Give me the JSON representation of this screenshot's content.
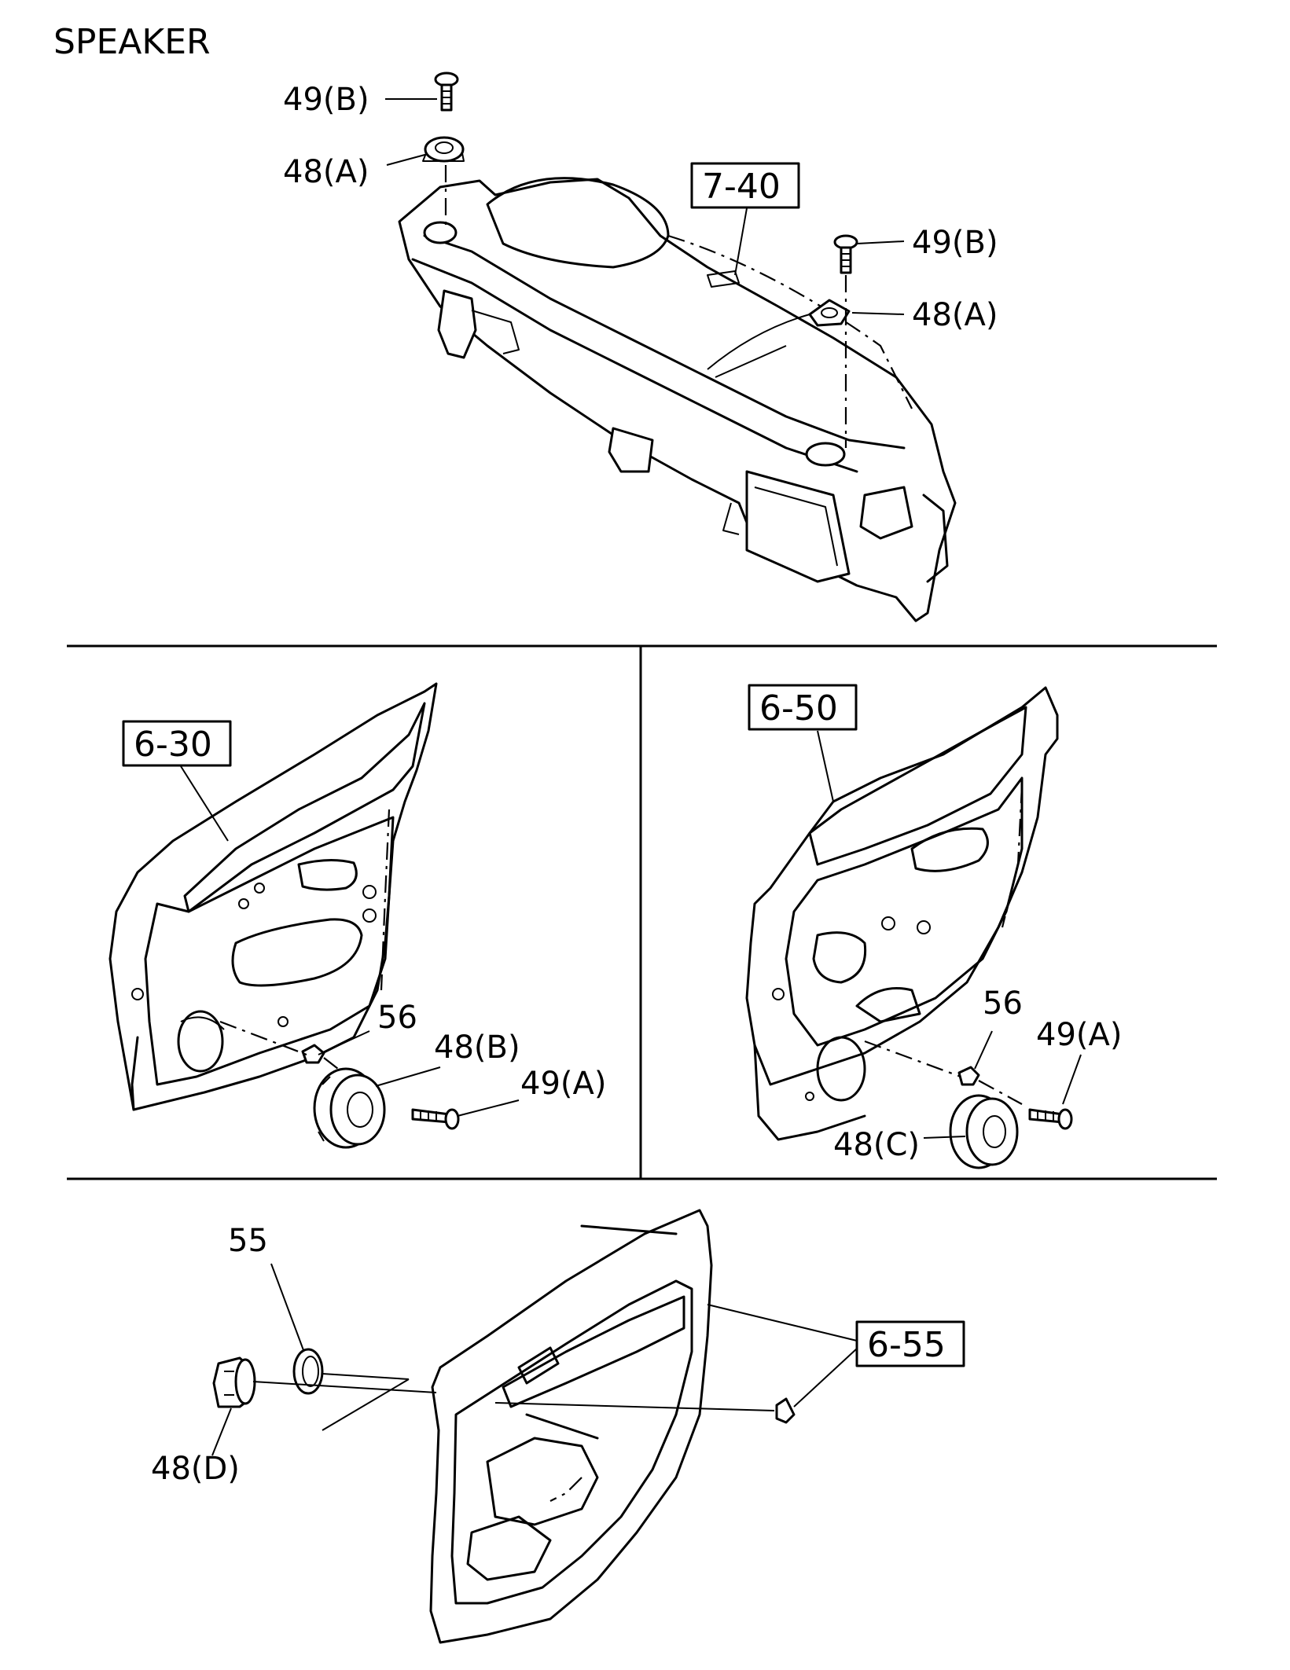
{
  "title": "SPEAKER",
  "reference_boxes": [
    {
      "id": "ref-7-40",
      "label": "7-40"
    },
    {
      "id": "ref-6-30",
      "label": "6-30"
    },
    {
      "id": "ref-6-50",
      "label": "6-50"
    },
    {
      "id": "ref-6-55",
      "label": "6-55"
    }
  ],
  "callouts": {
    "top_left_screw": "49(B)",
    "top_left_tweeter": "48(A)",
    "top_right_screw": "49(B)",
    "top_right_tweeter": "48(A)",
    "front_clip": "56",
    "front_speaker": "48(B)",
    "front_screw": "49(A)",
    "rear_clip": "56",
    "rear_screw": "49(A)",
    "rear_speaker": "48(C)",
    "grommet": "55",
    "tweeter_rear": "48(D)"
  }
}
